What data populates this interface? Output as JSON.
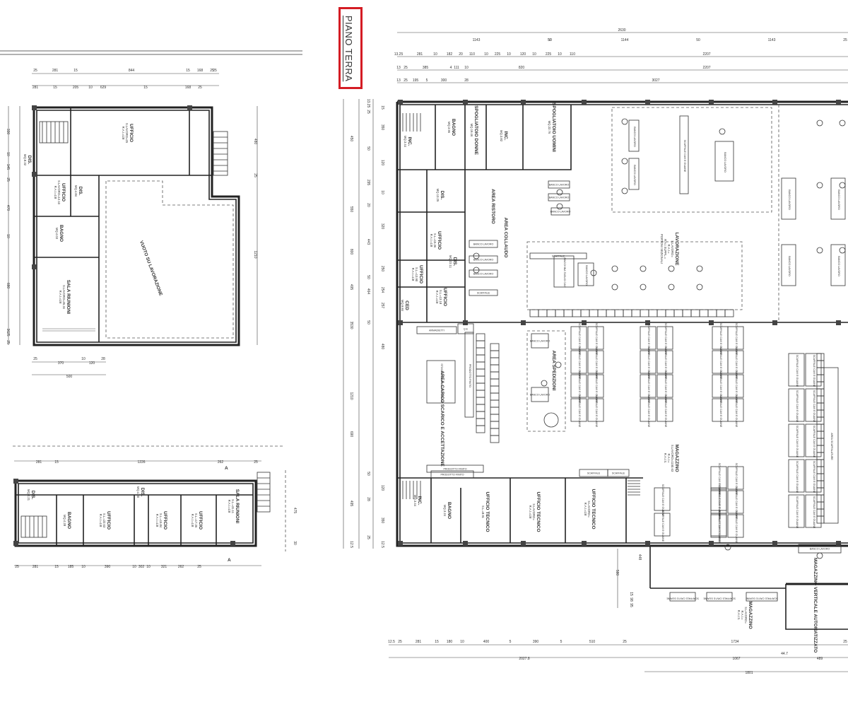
{
  "title": "PIANO TERRA",
  "plan_left_top": {
    "rooms": [
      {
        "id": "ufficio-1",
        "name": "UFFICIO",
        "info": "S.LAVORO=25\nR.A.I.=1/8"
      },
      {
        "id": "dis-1",
        "name": "DIS.",
        "info": "MQ.8.32"
      },
      {
        "id": "ufficio-2",
        "name": "UFFICIO",
        "info": "S.LAVORO=12.10\nR.A.I.=1/8"
      },
      {
        "id": "dis-2",
        "name": "DIS.",
        "info": "MQ.4.84"
      },
      {
        "id": "bagno-1",
        "name": "BAGNO",
        "info": "MQ.4.03"
      },
      {
        "id": "sala-riunioni-1",
        "name": "SALA RIUNIONI",
        "info": "S.LAVORO=35.34\nR.A.I.=1/8"
      },
      {
        "id": "vuoto",
        "name": "VUOTO SU LAVORAZIONE",
        "info": ""
      }
    ],
    "dims_top": [
      "25",
      "281",
      "15",
      "844",
      "15",
      "168",
      "25",
      "25",
      "281",
      "15",
      "205",
      "10",
      "629",
      "15",
      "168",
      "25"
    ],
    "dims_bottom": [
      "25",
      "370",
      "10",
      "120",
      "28",
      "500"
    ],
    "dims_left": [
      "330",
      "10",
      "145",
      "25",
      "470",
      "10",
      "680",
      "3625",
      "25"
    ],
    "dims_right": [
      "480",
      "25",
      "1210"
    ]
  },
  "plan_left_bottom": {
    "rooms": [
      {
        "id": "dis-3",
        "name": "DIS.",
        "info": "MQ.4.21"
      },
      {
        "id": "bagno-2",
        "name": "BAGNO",
        "info": "MQ.4.28"
      },
      {
        "id": "ufficio-3",
        "name": "UFFICIO",
        "info": "S.L.=22.63\nR.A.I.=1/8"
      },
      {
        "id": "dis-4",
        "name": "DIS.",
        "info": "MQ.4.00"
      },
      {
        "id": "ufficio-4",
        "name": "UFFICIO",
        "info": "S.L.=15.84\nR.A.I.=1/8"
      },
      {
        "id": "ufficio-5",
        "name": "UFFICIO",
        "info": "S.L.=17.35\nR.A.I.=1/8"
      },
      {
        "id": "sala-riunioni-2",
        "name": "SALA RIUNIONI",
        "info": "S.L.=31.11\nR.A.I.=1/8"
      }
    ],
    "dims_top": [
      "281",
      "15",
      "1226",
      "262",
      "25"
    ],
    "dims_bottom": [
      "25",
      "281",
      "15",
      "185",
      "10",
      "390",
      "10",
      "302",
      "10",
      "321",
      "262",
      "25"
    ],
    "dims_right": [
      "475",
      "30"
    ],
    "section_marks": [
      "A",
      "A"
    ]
  },
  "plan_main": {
    "dims_top_row1": [
      "2630",
      "50",
      "1143",
      "50",
      "1144",
      "50",
      "1143",
      "25"
    ],
    "dims_top_row2": [
      "13.25",
      "281",
      "10",
      "182",
      "20",
      "110",
      "10",
      "225",
      "10",
      "120",
      "10",
      "225",
      "10",
      "110",
      "2207"
    ],
    "dims_top_row3": [
      "13",
      "25",
      "385",
      "4",
      "111",
      "10",
      "820",
      "2207"
    ],
    "dims_top_row4": [
      "13",
      "25",
      "195",
      "5",
      "300",
      "28",
      "3027"
    ],
    "dims_left": [
      "450",
      "550",
      "800",
      "495",
      "3530",
      "1210",
      "690",
      "495",
      "12.5"
    ],
    "dims_left_inner": [
      "13.25",
      "15",
      "25",
      "350",
      "50",
      "120",
      "295",
      "10",
      "20",
      "320",
      "443",
      "250",
      "50",
      "254",
      "464",
      "257",
      "50",
      "480",
      "50",
      "120",
      "28",
      "350",
      "25",
      "12.5"
    ],
    "dims_bottom_row1": [
      "12.5",
      "25",
      "281",
      "15",
      "180",
      "10",
      "400",
      "5",
      "390",
      "5",
      "510",
      "25",
      "1734",
      "25"
    ],
    "dims_bottom_row2": [
      "2027.8",
      "1067",
      "44.7",
      "489"
    ],
    "dims_bottom_row3": [
      "1801"
    ],
    "dims_right_lower": [
      "580",
      "448",
      "15",
      "98",
      "95"
    ],
    "rooms": [
      {
        "id": "inc-1",
        "name": "INC.",
        "info": "MQ.3.44"
      },
      {
        "id": "bagno-3",
        "name": "BAGNO",
        "info": "MQ.3.96"
      },
      {
        "id": "spogliatoio-donne",
        "name": "SPOGLIATOIO DONNE",
        "info": "MQ.19.46"
      },
      {
        "id": "inc-2",
        "name": "INC.",
        "info": "MQ.3.82"
      },
      {
        "id": "spogliatoio-uomini",
        "name": "SPOGLIATOIO UOMINI",
        "info": "MQ.22.76"
      },
      {
        "id": "dis-5",
        "name": "DIS.",
        "info": "MQ.13.25"
      },
      {
        "id": "area-ristoro",
        "name": "AREA RISTORO",
        "info": ""
      },
      {
        "id": "ufficio-6",
        "name": "UFFICIO",
        "info": "S.L.=15.36\nR.A.I.=1/8"
      },
      {
        "id": "ufficio-7",
        "name": "UFFICIO",
        "info": "S.L.=13.90\nR.A.I.=1/8"
      },
      {
        "id": "dis-6",
        "name": "DIS.",
        "info": "MQ.22.11"
      },
      {
        "id": "ufficio-8",
        "name": "UFFICIO",
        "info": "S.L.=13.18\nR.A.I.=1/8"
      },
      {
        "id": "ced",
        "name": "CED",
        "info": "MQ.9.84"
      },
      {
        "id": "area-collaudo",
        "name": "AREA COLLAUDO",
        "info": ""
      },
      {
        "id": "lavorazione",
        "name": "LAVORAZIONE",
        "info": "S.LAVORO=\nR.A.I.=\nR.A.I.SUPPL.=\nPORTONI SEZIONALI"
      },
      {
        "id": "area-spedizioni",
        "name": "AREA SPEDIZIONI",
        "info": ""
      },
      {
        "id": "area-carico",
        "name": "AREA CARICO SCARICO E ACCETTAZIONE",
        "info": ""
      },
      {
        "id": "magazzino",
        "name": "MAGAZZINO",
        "info": "S.LAVORO=1150.63\nR.A.I.=\nR.A.I.S."
      },
      {
        "id": "inc-3",
        "name": "INC.",
        "info": "MQ.3.44"
      },
      {
        "id": "bagno-4",
        "name": "BAGNO",
        "info": "MQ.3.24"
      },
      {
        "id": "ufficio-tecnico-1",
        "name": "UFFICIO TECNICO",
        "info": "S.L.=8.91"
      },
      {
        "id": "ufficio-tecnico-2",
        "name": "UFFICIO TECNICO",
        "info": "S.LAVORO=\nR.A.I.=1/8"
      },
      {
        "id": "ufficio-tecnico-3",
        "name": "UFFICIO TECNICO",
        "info": "S.LAVORO=\nR.A.I.=1/8"
      },
      {
        "id": "magazzino-2",
        "name": "MAGAZZINO",
        "info": "S.LAVORO=\nR.A.I.=\nR.A.I.S."
      },
      {
        "id": "magazzino-verticale",
        "name": "MAGAZZINO VERTICALE AUTOMATIZZATO",
        "info": ""
      }
    ],
    "fixtures": {
      "banco_lavoro": "BANCO LAVORO",
      "scaffale_cavi": "SCAFFALE CAVI E GUAINE",
      "scaffale": "SCAFFALE",
      "armadietti": "ARMADIETTI",
      "qe": "Q.E",
      "stoccaggio": "STOCCAGGIO PALLET A TERRA",
      "prodotto_finito": "PRODOTTO FINITO",
      "area_scaffalature": "AREA SCAFFALATURE",
      "macchina": "MACCHINA TAGLIO CAVI"
    }
  }
}
